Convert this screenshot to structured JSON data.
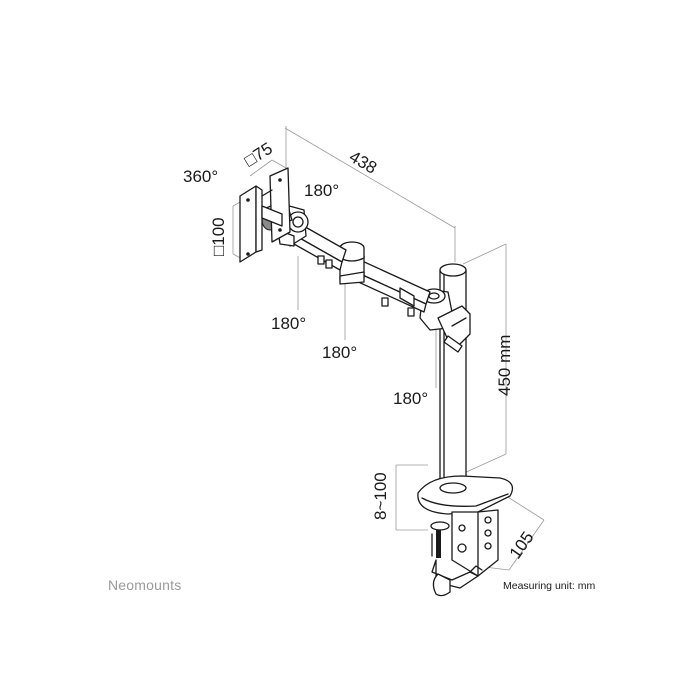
{
  "brand": "Neomounts",
  "measuring_unit": "Measuring unit: mm",
  "labels": {
    "rotation_360": "360°",
    "vesa_75": "□75",
    "vesa_100": "□100",
    "arm_length": "438",
    "tilt_180_top": "180°",
    "swivel_180_left": "180°",
    "swivel_180_mid": "180°",
    "swivel_180_pole": "180°",
    "pole_height": "450 mm",
    "clamp_range": "8~100",
    "clamp_depth": "105"
  }
}
